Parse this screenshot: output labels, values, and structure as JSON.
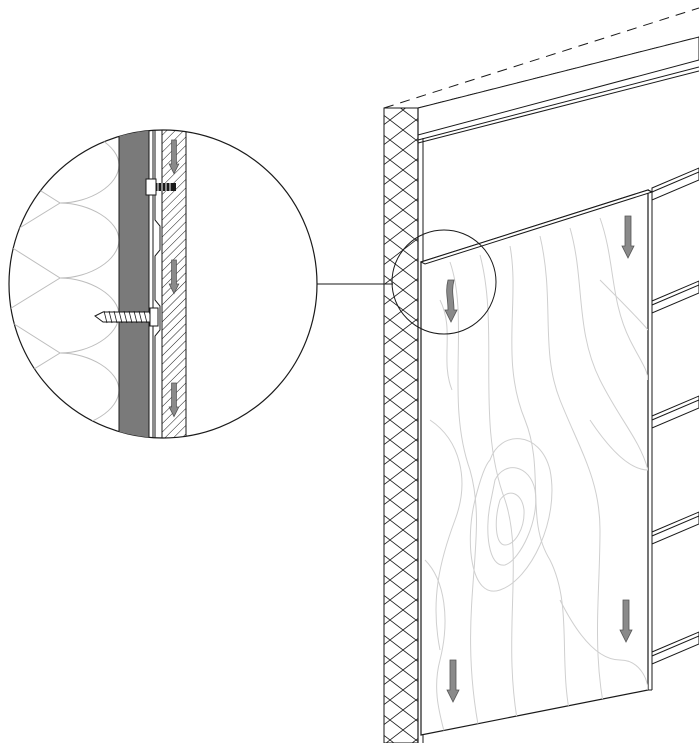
{
  "diagram": {
    "kind": "technical-illustration",
    "subject": "panel-mounting-detail",
    "colors": {
      "line": "#1a1a1a",
      "wood_grain": "#cfcfcf",
      "arrow_fill": "#8a8a8a",
      "arrow_stroke": "#555555",
      "insulation_line": "#bdbdbd",
      "membrane": "#7a7a7a",
      "background": "#ffffff"
    },
    "icons": {
      "arrow": "down-arrow-icon",
      "screw": "screw-icon",
      "bolt": "bolt-icon"
    },
    "arrow_count_panel": 4,
    "arrow_count_detail": 3
  }
}
